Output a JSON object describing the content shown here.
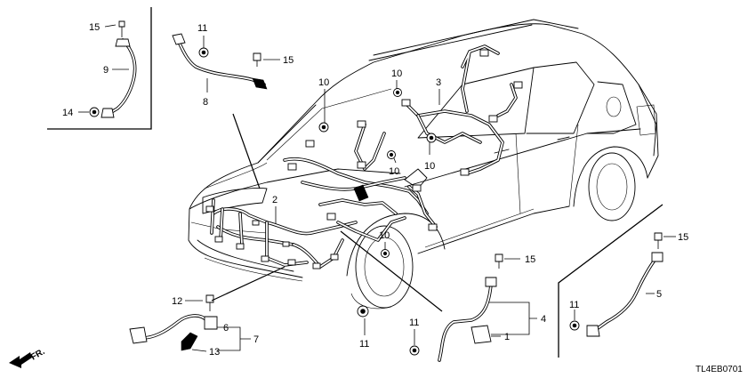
{
  "callouts": {
    "c1": "1",
    "c2": "2",
    "c3": "3",
    "c4": "4",
    "c5": "5",
    "c6": "6",
    "c7": "7",
    "c8": "8",
    "c9": "9",
    "c10a": "10",
    "c10b": "10",
    "c10c": "10",
    "c10d": "10",
    "c10e": "10",
    "c11a": "11",
    "c11b": "11",
    "c11c": "11",
    "c11d": "11",
    "c12": "12",
    "c13": "13",
    "c14": "14",
    "c15a": "15",
    "c15b": "15",
    "c15c": "15",
    "c15d": "15"
  },
  "direction_label": "FR.",
  "diagram_code": "TL4EB0701"
}
